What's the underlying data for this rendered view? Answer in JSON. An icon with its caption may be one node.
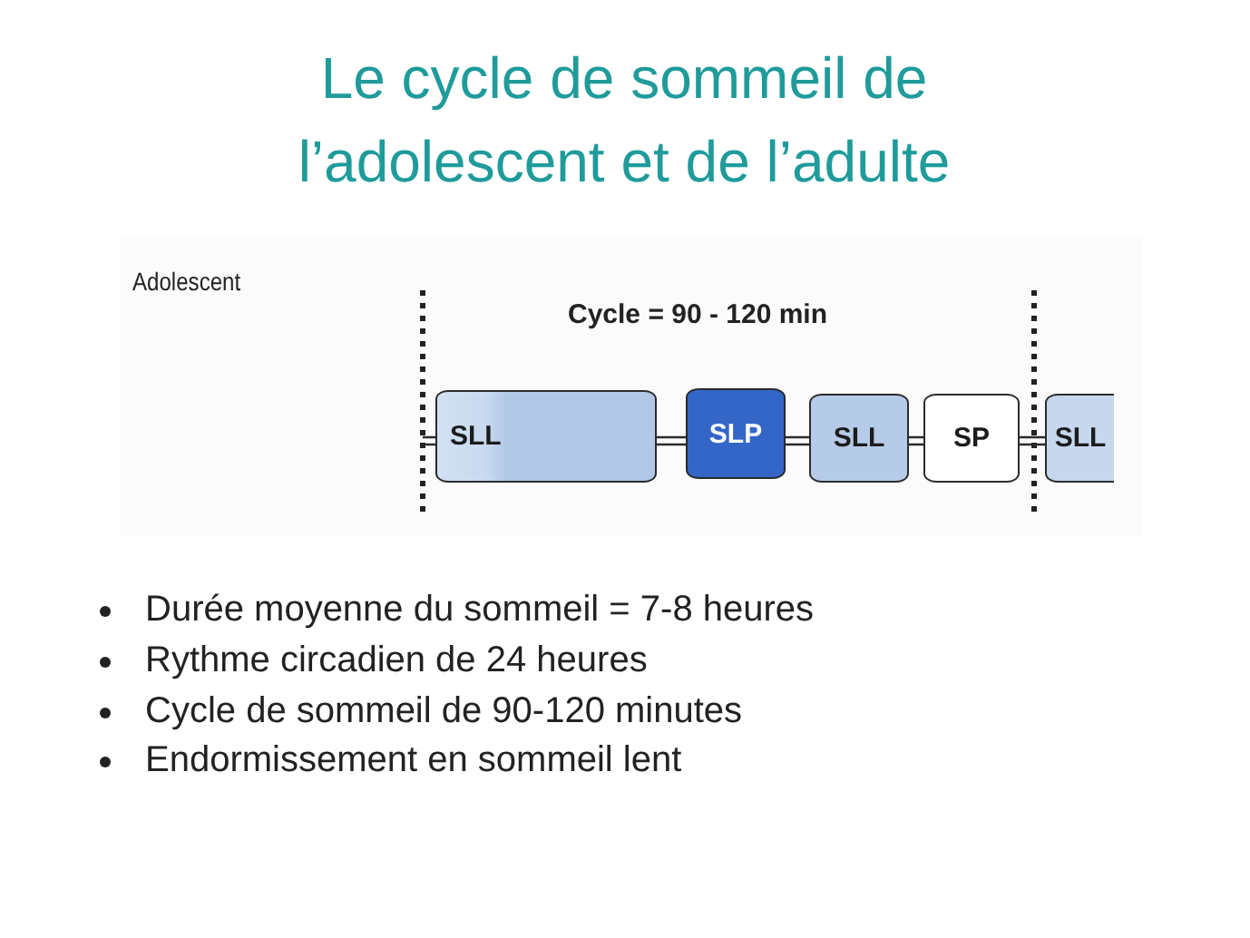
{
  "diagram": {
    "title": "Le cycle de sommeil de l’adolescent et de l’adulte",
    "nodes": [
      {
        "text": [
          "SLL"
        ]
      },
      {
        "text": [
          "SLP"
        ]
      },
      {
        "text": [
          "SLL"
        ]
      },
      {
        "text": [
          "SP"
        ]
      },
      {
        "text": [
          "SLL"
        ]
      }
    ],
    "edges": [
      {
        "from": null,
        "to": 0,
        "arrow": "none"
      },
      {
        "from": 0,
        "to": 1,
        "arrow": "none"
      },
      {
        "from": 1,
        "to": 2,
        "arrow": "none"
      },
      {
        "from": 2,
        "to": 3,
        "arrow": "none"
      },
      {
        "from": 3,
        "to": 4,
        "arrow": "none"
      }
    ],
    "labels": [
      "Adolescent",
      "Cycle = 90 - 120 min",
      "Durée moyenne du sommeil = 7-8 heures",
      "Rythme circadien de 24 heures",
      "Cycle de sommeil de 90-120 minutes",
      "Endormissement en sommeil lent"
    ]
  }
}
